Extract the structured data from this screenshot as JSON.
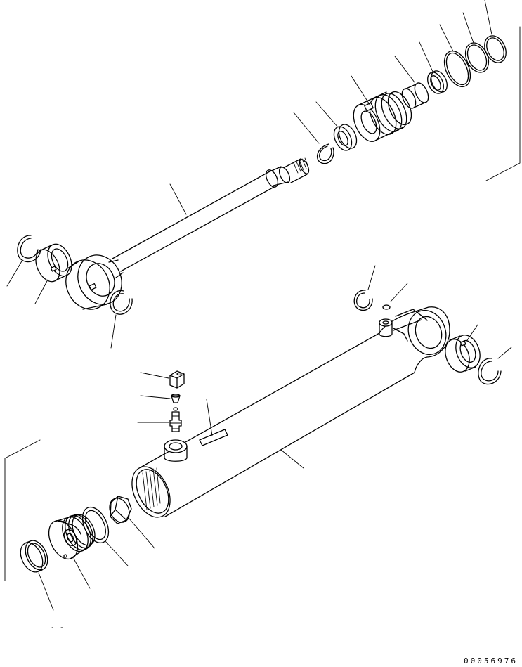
{
  "drawing": {
    "reference_code": "00056976"
  },
  "parts": {
    "upper_assembly": [
      "rod-mounting-snap-ring",
      "rod-end-bushing",
      "rod-end-snap-ring",
      "piston-rod",
      "piston-snap-ring",
      "piston-nut-bushing",
      "piston",
      "piston-collar",
      "piston-seal-ring",
      "backup-ring",
      "o-ring-inner",
      "o-ring-outer"
    ],
    "lower_assembly": [
      "head-snap-ring",
      "head-bushing",
      "head-snap-ring-right",
      "grease-cap",
      "grease-nipple-body",
      "grease-fitting",
      "cylinder-tube",
      "cylinder-head",
      "head-o-ring",
      "rod-wiper",
      "rod-seal-nut",
      "name-plate",
      "grease-ball"
    ]
  }
}
